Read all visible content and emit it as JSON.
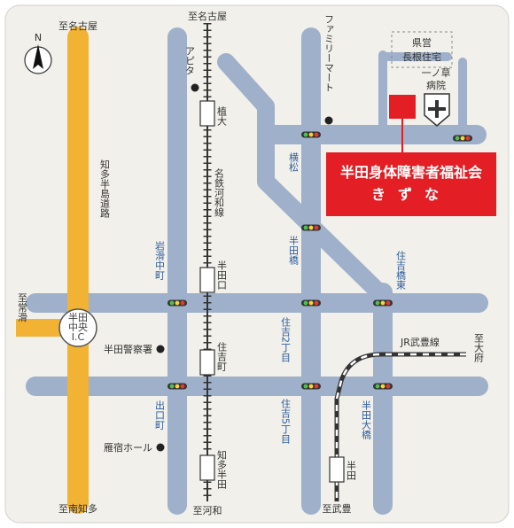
{
  "colors": {
    "background": "#f1f0ea",
    "road": "#9fb0ca",
    "highway": "#f2b233",
    "rail": "#333333",
    "facility": "#e41e25"
  },
  "compass": {
    "label": "N"
  },
  "destinations": {
    "nagoya_left": "至名古屋",
    "nagoya_center": "至名古屋",
    "tokoname": "至常滑",
    "minami_chita": "至南知多",
    "kouwa": "至河和",
    "taketoyo": "至武豊",
    "obu": "至大府"
  },
  "roads": {
    "chita_hanto": "知多半島道路",
    "iwasuzumi": "岩滑中町",
    "sumiyoshi_2": "住吉2丁目",
    "sumiyoshi_5": "住吉5丁目",
    "sumiyoshi_east": "住吉橋東",
    "handa_bashi": "半田橋",
    "handa_ohashi": "半田大橋",
    "deguchi": "出口町",
    "yokomatsu": "横松"
  },
  "interchange": {
    "line1": "半田",
    "line2": "中央",
    "line3": "I.C"
  },
  "rail": {
    "meitetsu": "名鉄河和線",
    "jr": "JR武豊線"
  },
  "stations": {
    "ueta": "植大",
    "handaguchi": "半田口",
    "sumiyoshicho": "住吉町",
    "chitahanda": "知多半田",
    "jr_handa": "半田"
  },
  "landmarks": {
    "apita": "アピタ",
    "familymart": "ファミリーマート",
    "prefectural_housing": {
      "line1": "県営",
      "line2": "長根住宅"
    },
    "hospital": {
      "line1": "一ノ草",
      "line2": "病院"
    },
    "police": "半田警察署",
    "hotel": "雁宿ホール"
  },
  "facility": {
    "name": "半田身体障害者福祉会",
    "nickname": "きずな"
  }
}
